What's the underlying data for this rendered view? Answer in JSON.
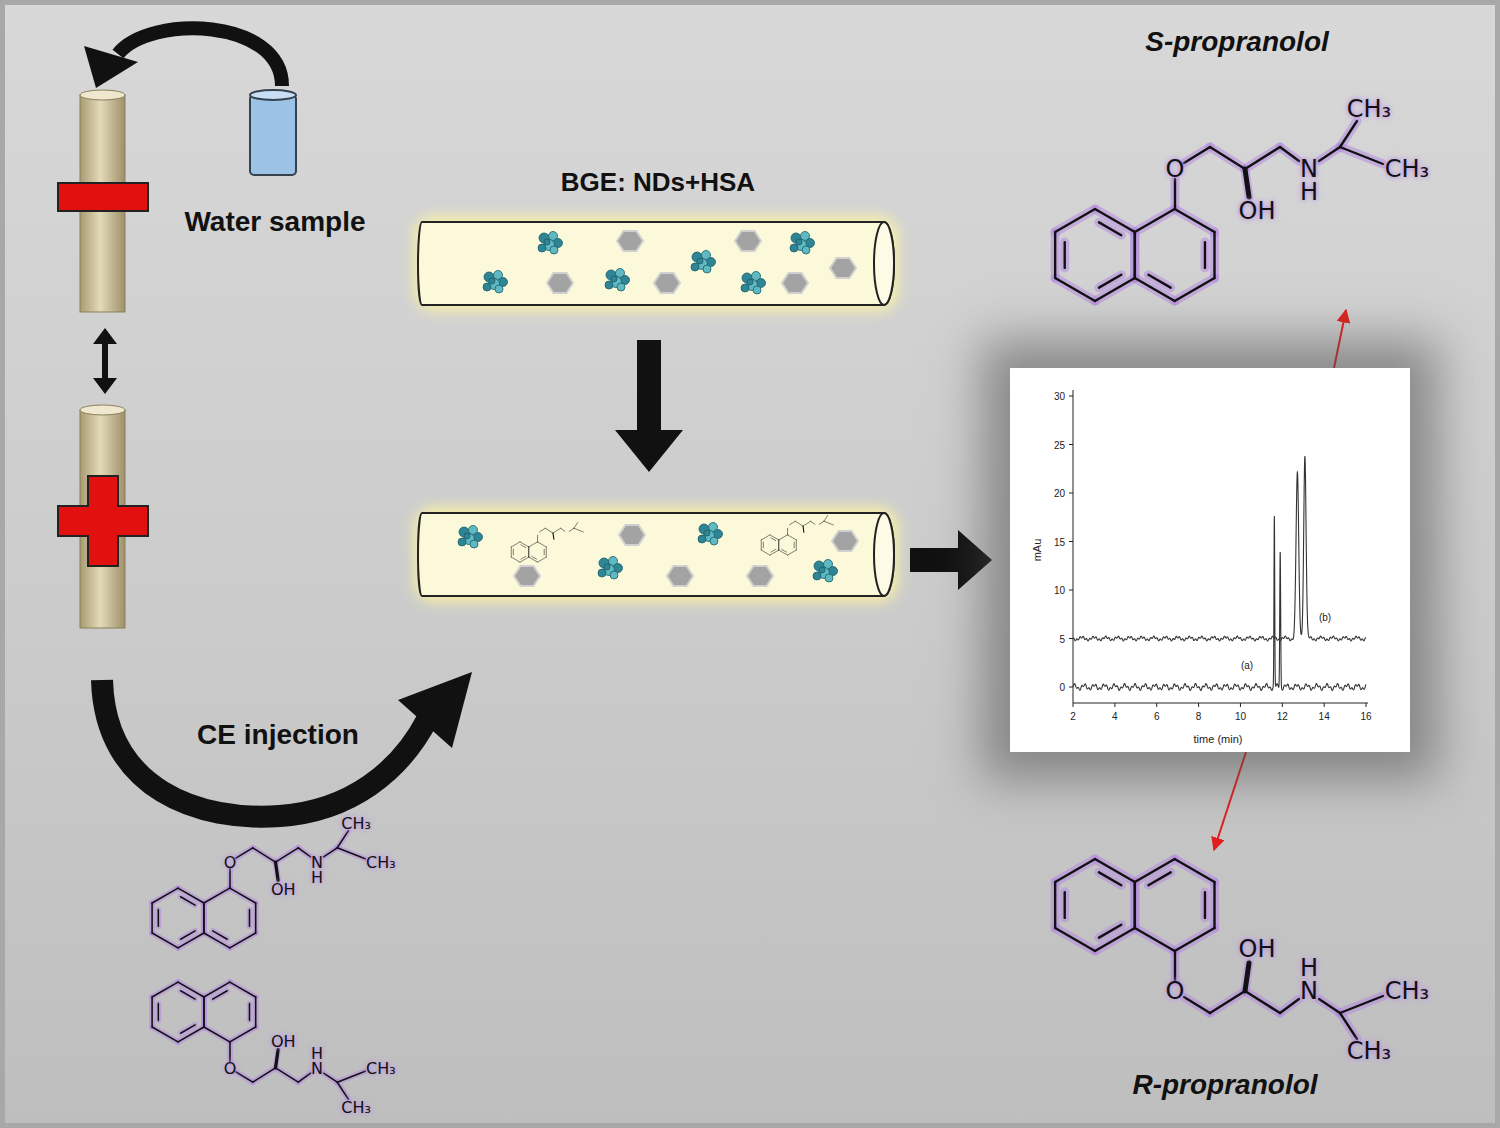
{
  "diagram": {
    "nodes": [
      {
        "text": [
          "S-propranolol",
          "CH₃",
          "CH₃",
          "N",
          "H",
          "OH",
          "O"
        ]
      },
      {
        "text": [
          "BGE: NDs+HSA"
        ]
      },
      {
        "text": [
          "30",
          "25",
          "20",
          "15",
          "10",
          "5",
          "0",
          "mAu",
          "(b)",
          "(a)",
          "2",
          "4",
          "6",
          "8",
          "10",
          "12",
          "14",
          "16",
          "time (min)"
        ]
      },
      {
        "text": [
          "O",
          "OH",
          "H",
          "N",
          "CH₃",
          "CH₃",
          "R-propranolol"
        ]
      }
    ],
    "edges": [
      {
        "from": 2,
        "to": 0,
        "arrow": "to"
      },
      {
        "from": 2,
        "to": 3,
        "arrow": "to"
      }
    ],
    "labels": [
      "Water sample",
      "CE injection",
      "CH₃",
      "CH₃",
      "O",
      "N",
      "H",
      "OH",
      "O",
      "OH",
      "H",
      "N",
      "CH₃",
      "CH₃"
    ]
  }
}
